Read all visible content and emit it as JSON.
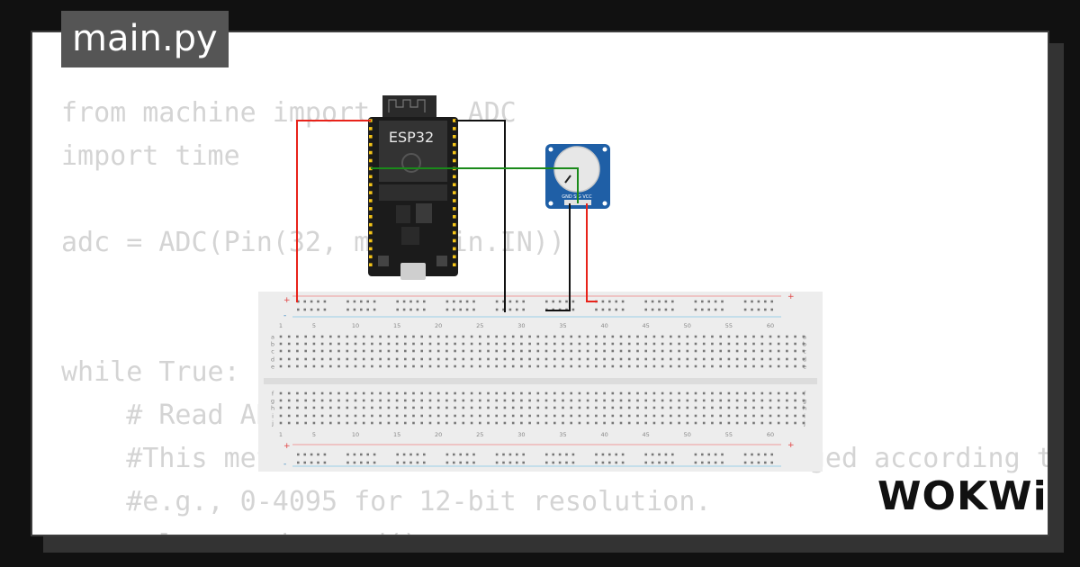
{
  "tab": {
    "filename": "main.py"
  },
  "code_lines": [
    "from machine import Pin, ADC",
    "import time",
    "",
    "adc = ADC(Pin(32, mode=Pin.IN))",
    "",
    "",
    "while True:",
    "    # Read ADC value",
    "    #This method returns the raw ADC value ranged according to the resolution of the ADC block,",
    "    #e.g., 0-4095 for 12-bit resolution.",
    "    value = adc.read()"
  ],
  "board": {
    "label": "ESP32"
  },
  "potentiometer": {
    "pin_labels": "GND SIG VCC"
  },
  "breadboard": {
    "column_numbers": [
      "1",
      "5",
      "10",
      "15",
      "20",
      "25",
      "30",
      "35",
      "40",
      "45",
      "50",
      "55",
      "60"
    ],
    "row_letters_top": [
      "a",
      "b",
      "c",
      "d",
      "e"
    ],
    "row_letters_bottom": [
      "f",
      "g",
      "h",
      "i",
      "j"
    ],
    "rail_plus": "+",
    "rail_minus": "-"
  },
  "logo": {
    "text": "WOKWi"
  },
  "colors": {
    "wire_red": "#e8231a",
    "wire_black": "#111111",
    "wire_green": "#1a8a1a",
    "pot_blue": "#1f5fa6",
    "board_black": "#1b1b1b",
    "pin_yellow": "#f5c518"
  }
}
